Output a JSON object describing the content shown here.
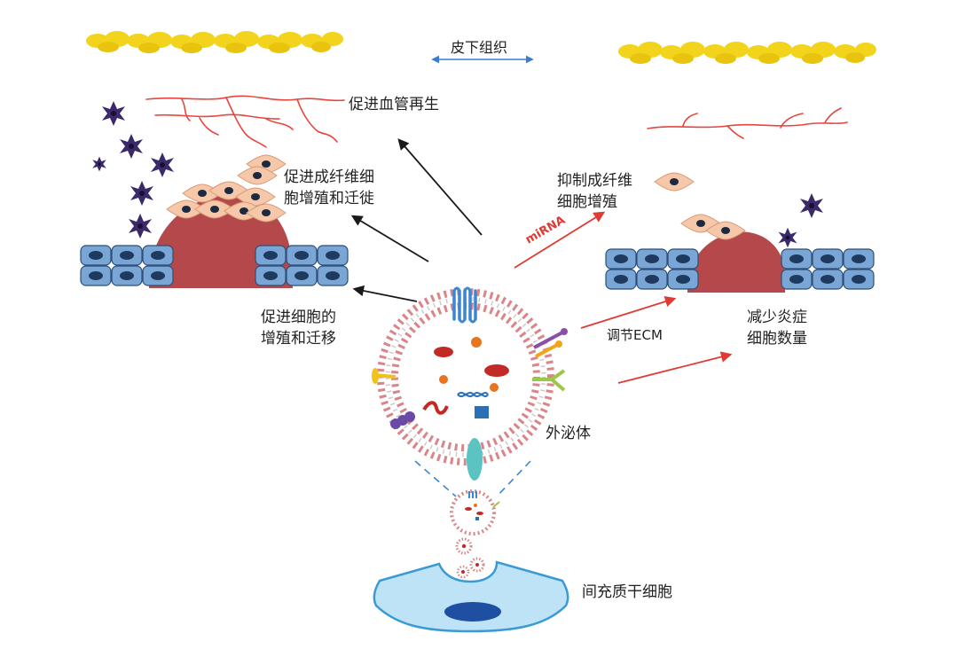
{
  "labels": {
    "subcutaneous": "皮下组织",
    "angiogenesis": "促进血管再生",
    "fibroblast_promote_1": "促进成纤维细",
    "fibroblast_promote_2": "胞增殖和迁徙",
    "fibroblast_inhibit_1": "抑制成纤维",
    "fibroblast_inhibit_2": "细胞增殖",
    "cell_prolif_1": "促进细胞的",
    "cell_prolif_2": "增殖和迁移",
    "mirna": "miRNA",
    "ecm": "调节ECM",
    "inflam_1": "减少炎症",
    "inflam_2": "细胞数量",
    "exosome": "外泌体",
    "msc": "间充质干细胞"
  },
  "colors": {
    "fat": "#f3d41c",
    "vessel": "#e8453c",
    "wound": "#b5484a",
    "epithelial": "#7aa6d6",
    "nucleus": "#1e3a5f",
    "membrane_head": "#d9868a",
    "arrow_black": "#1a1a1a",
    "arrow_red": "#e03a33",
    "inflammatory_cell": "#3b2a6a",
    "msc_cell": "#5ab0e0"
  },
  "icons": [
    "fat-layer",
    "blood-vessel",
    "fibroblast-cell",
    "inflammatory-cell",
    "epithelial-cell",
    "exosome",
    "mesenchymal-stem-cell"
  ]
}
